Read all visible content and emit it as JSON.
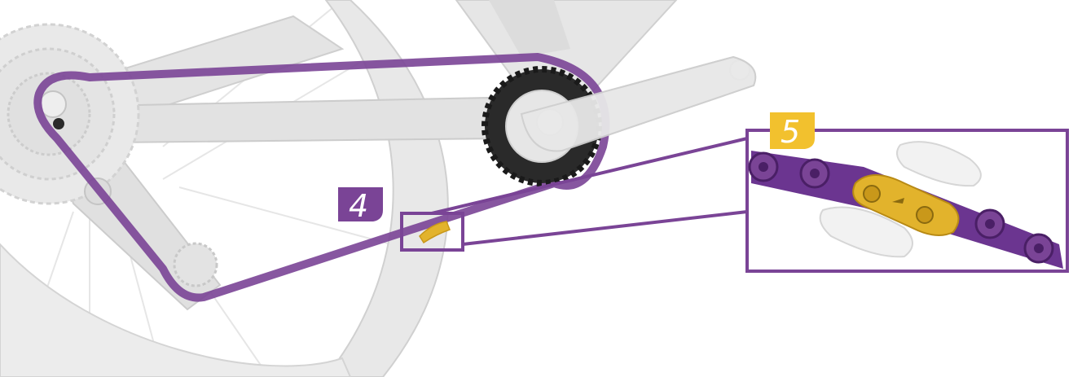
{
  "callouts": [
    {
      "number": "4",
      "badge_color": "#7a4496"
    },
    {
      "number": "5",
      "badge_color": "#f2c12e"
    }
  ],
  "colors": {
    "chain_purple": "#7a4496",
    "chain_dark_purple": "#4a1f66",
    "quick_link_gold": "#e2b32c",
    "frame_gray": "#e3e3e3",
    "frame_outline": "#c9c9c9",
    "chainring_black": "#2a2a2a"
  },
  "icons": {
    "frame": "bike-frame-illustration",
    "chainring": "chainring-icon",
    "cassette": "cassette-icon",
    "quick_link": "quick-link-icon"
  }
}
